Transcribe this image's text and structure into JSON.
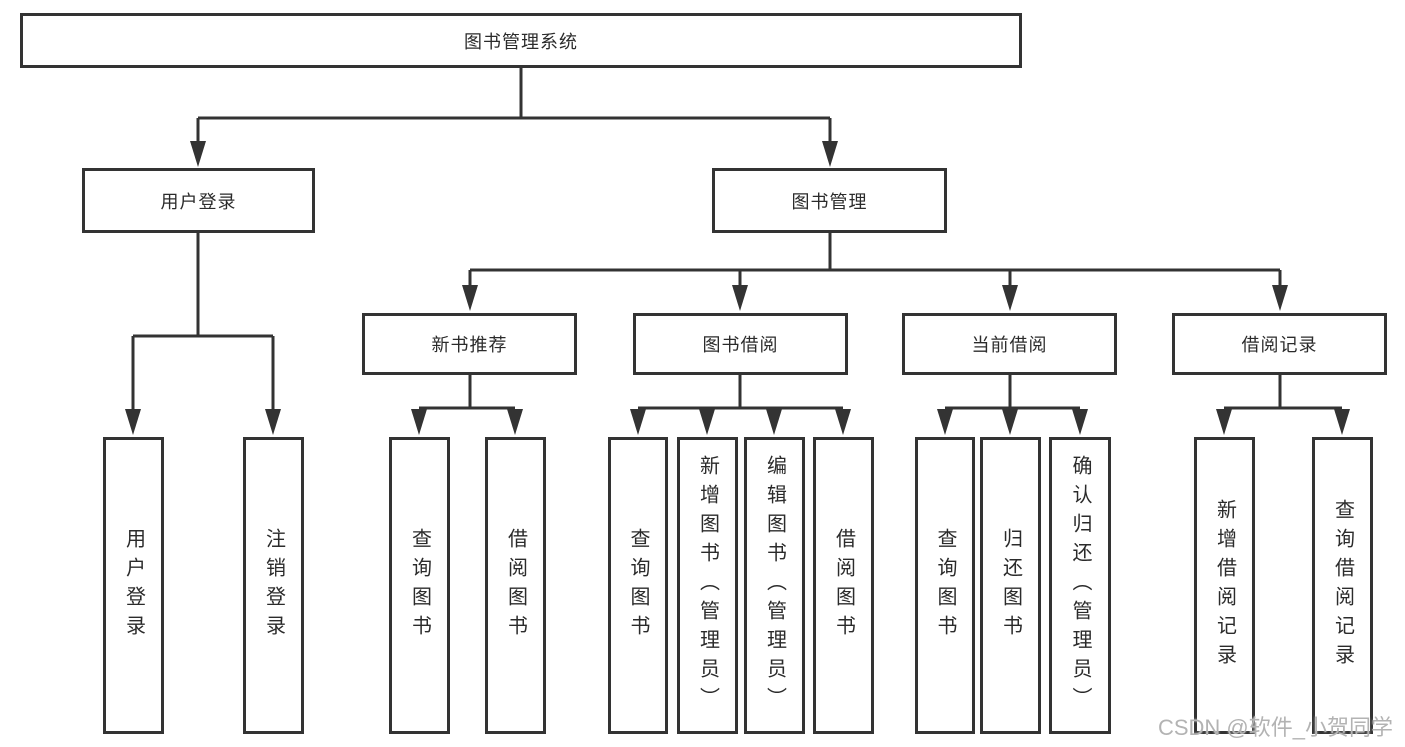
{
  "tree": {
    "label": "图书管理系统",
    "children": [
      {
        "label": "用户登录",
        "children": [
          {
            "label": "用户登录"
          },
          {
            "label": "注销登录"
          }
        ]
      },
      {
        "label": "图书管理",
        "children": [
          {
            "label": "新书推荐",
            "children": [
              {
                "label": "查询图书"
              },
              {
                "label": "借阅图书"
              }
            ]
          },
          {
            "label": "图书借阅",
            "children": [
              {
                "label": "查询图书"
              },
              {
                "label": "新增图书（管理员）"
              },
              {
                "label": "编辑图书（管理员）"
              },
              {
                "label": "借阅图书"
              }
            ]
          },
          {
            "label": "当前借阅",
            "children": [
              {
                "label": "查询图书"
              },
              {
                "label": "归还图书"
              },
              {
                "label": "确认归还（管理员）"
              }
            ]
          },
          {
            "label": "借阅记录",
            "children": [
              {
                "label": "新增借阅记录"
              },
              {
                "label": "查询借阅记录"
              }
            ]
          }
        ]
      }
    ]
  },
  "watermark": {
    "text": "CSDN @软件_小贺同学"
  },
  "colors": {
    "line": "#333333",
    "text": "#2b2b2b",
    "watermark": "#b3b3b3",
    "background": "#ffffff"
  }
}
